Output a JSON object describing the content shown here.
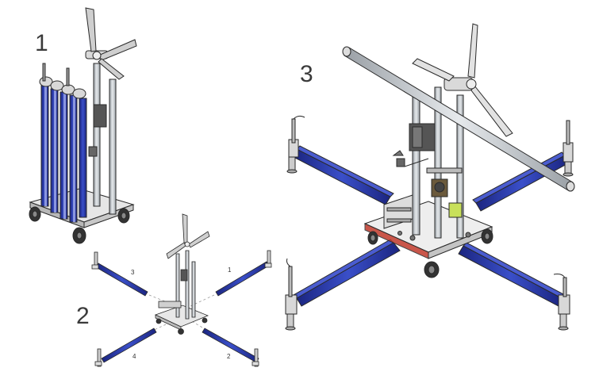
{
  "steps": [
    {
      "number": "1"
    },
    {
      "number": "2"
    },
    {
      "number": "3"
    }
  ],
  "leg_labels": [
    "1",
    "2",
    "3",
    "4"
  ],
  "colors": {
    "beam_blue": "#2b3ca8",
    "beam_blue_dark": "#1b2580",
    "metal": "#cfd3d8",
    "metal_dark": "#8c9298",
    "outline": "#2a2a2a",
    "wheel": "#333333",
    "box": "#555555",
    "accent_yellow": "#c8e05a",
    "accent_red": "#c0392b"
  }
}
